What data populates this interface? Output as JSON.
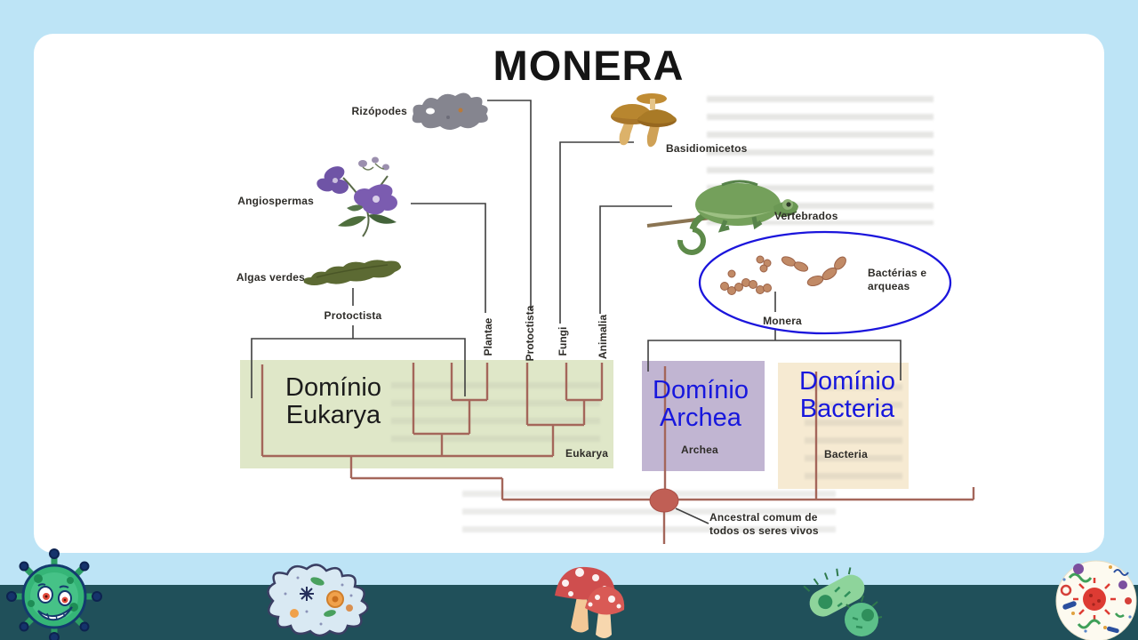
{
  "title": "MONERA",
  "diagram": {
    "labels": {
      "rizopodes": "Rizópodes",
      "angiospermas": "Angiospermas",
      "algas_verdes": "Algas verdes",
      "protoctista_group": "Protoctista",
      "basidiomicetos": "Basidiomicetos",
      "vertebrados": "Vertebrados",
      "bacterias_arqueas_1": "Bactérias e",
      "bacterias_arqueas_2": "arqueas",
      "monera": "Monera",
      "plantae": "Plantae",
      "protoctista_col": "Protoctista",
      "fungi": "Fungi",
      "animalia": "Animalia",
      "eukarya_tag": "Eukarya",
      "archea_tag": "Archea",
      "bacteria_tag": "Bacteria",
      "ancestral_1": "Ancestral comum de",
      "ancestral_2": "todos os seres vivos"
    },
    "overlays": {
      "eukarya": {
        "line1": "Domínio",
        "line2": "Eukarya"
      },
      "archea": {
        "line1": "Domínio",
        "line2": "Archea"
      },
      "bacteria": {
        "line1": "Domínio",
        "line2": "Bacteria"
      }
    }
  },
  "colors": {
    "page_background": "#bde4f6",
    "card_background": "#ffffff",
    "footer_band": "#20505a",
    "eukarya_box": "#dfe7c8",
    "archea_box": "#c1b5d2",
    "bacteria_box": "#f6ead2",
    "cladogram_line": "#a4665a",
    "connector_line": "#3f3f3f",
    "monera_oval": "#1b15dc",
    "ancestral_node": "#c05f55",
    "overlay_blue": "#1717dd",
    "overlay_black": "#1b1b1b"
  },
  "footer": {
    "icons": [
      "virus-icon",
      "amoeba-icon",
      "mushrooms-icon",
      "bacteria-icon",
      "microbes-circle-icon"
    ]
  }
}
